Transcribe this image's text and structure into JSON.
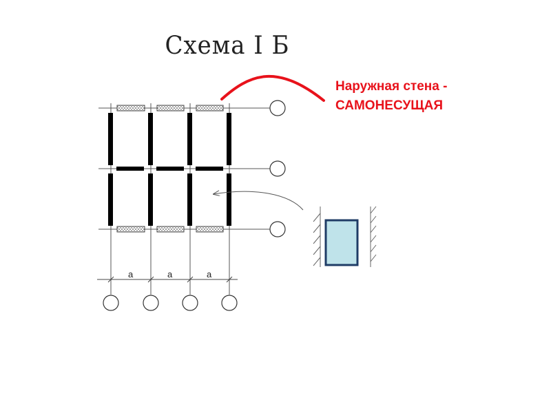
{
  "slide": {
    "title": "Схема I Б",
    "callout": {
      "line1": "Наружная стена -",
      "line2": "САМОНЕСУЩАЯ",
      "color": "#e8121b"
    },
    "span_labels": [
      "a",
      "a",
      "a"
    ],
    "colors": {
      "wall": "#000000",
      "grid_line": "#555555",
      "column_fill": "#bfe3ea",
      "column_stroke": "#1f3c66",
      "hatch": "#666666",
      "accent_curve": "#e8121b"
    }
  }
}
